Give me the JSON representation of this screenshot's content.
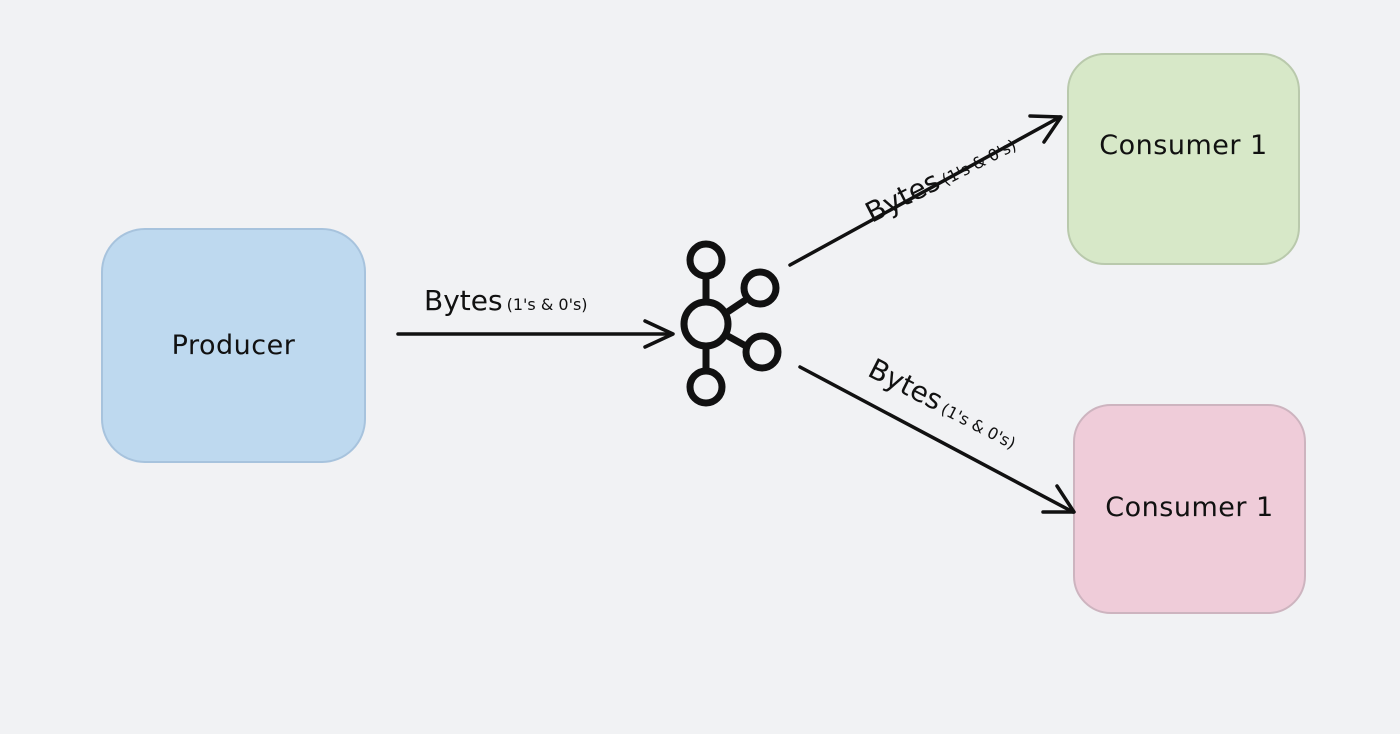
{
  "nodes": {
    "producer": {
      "label": "Producer",
      "color": "#bed9ef"
    },
    "consumer_top": {
      "label": "Consumer 1",
      "color": "#d7e8c8"
    },
    "consumer_bottom": {
      "label": "Consumer 1",
      "color": "#efccd9"
    }
  },
  "hub": {
    "icon": "kafka-broker-icon"
  },
  "edges": [
    {
      "from": "producer",
      "to": "hub",
      "label": "Bytes",
      "sublabel": "(1's & 0's)"
    },
    {
      "from": "hub",
      "to": "consumer_top",
      "label": "Bytes",
      "sublabel": "(1's & 0's)"
    },
    {
      "from": "hub",
      "to": "consumer_bottom",
      "label": "Bytes",
      "sublabel": "(1's & 0's)"
    }
  ]
}
